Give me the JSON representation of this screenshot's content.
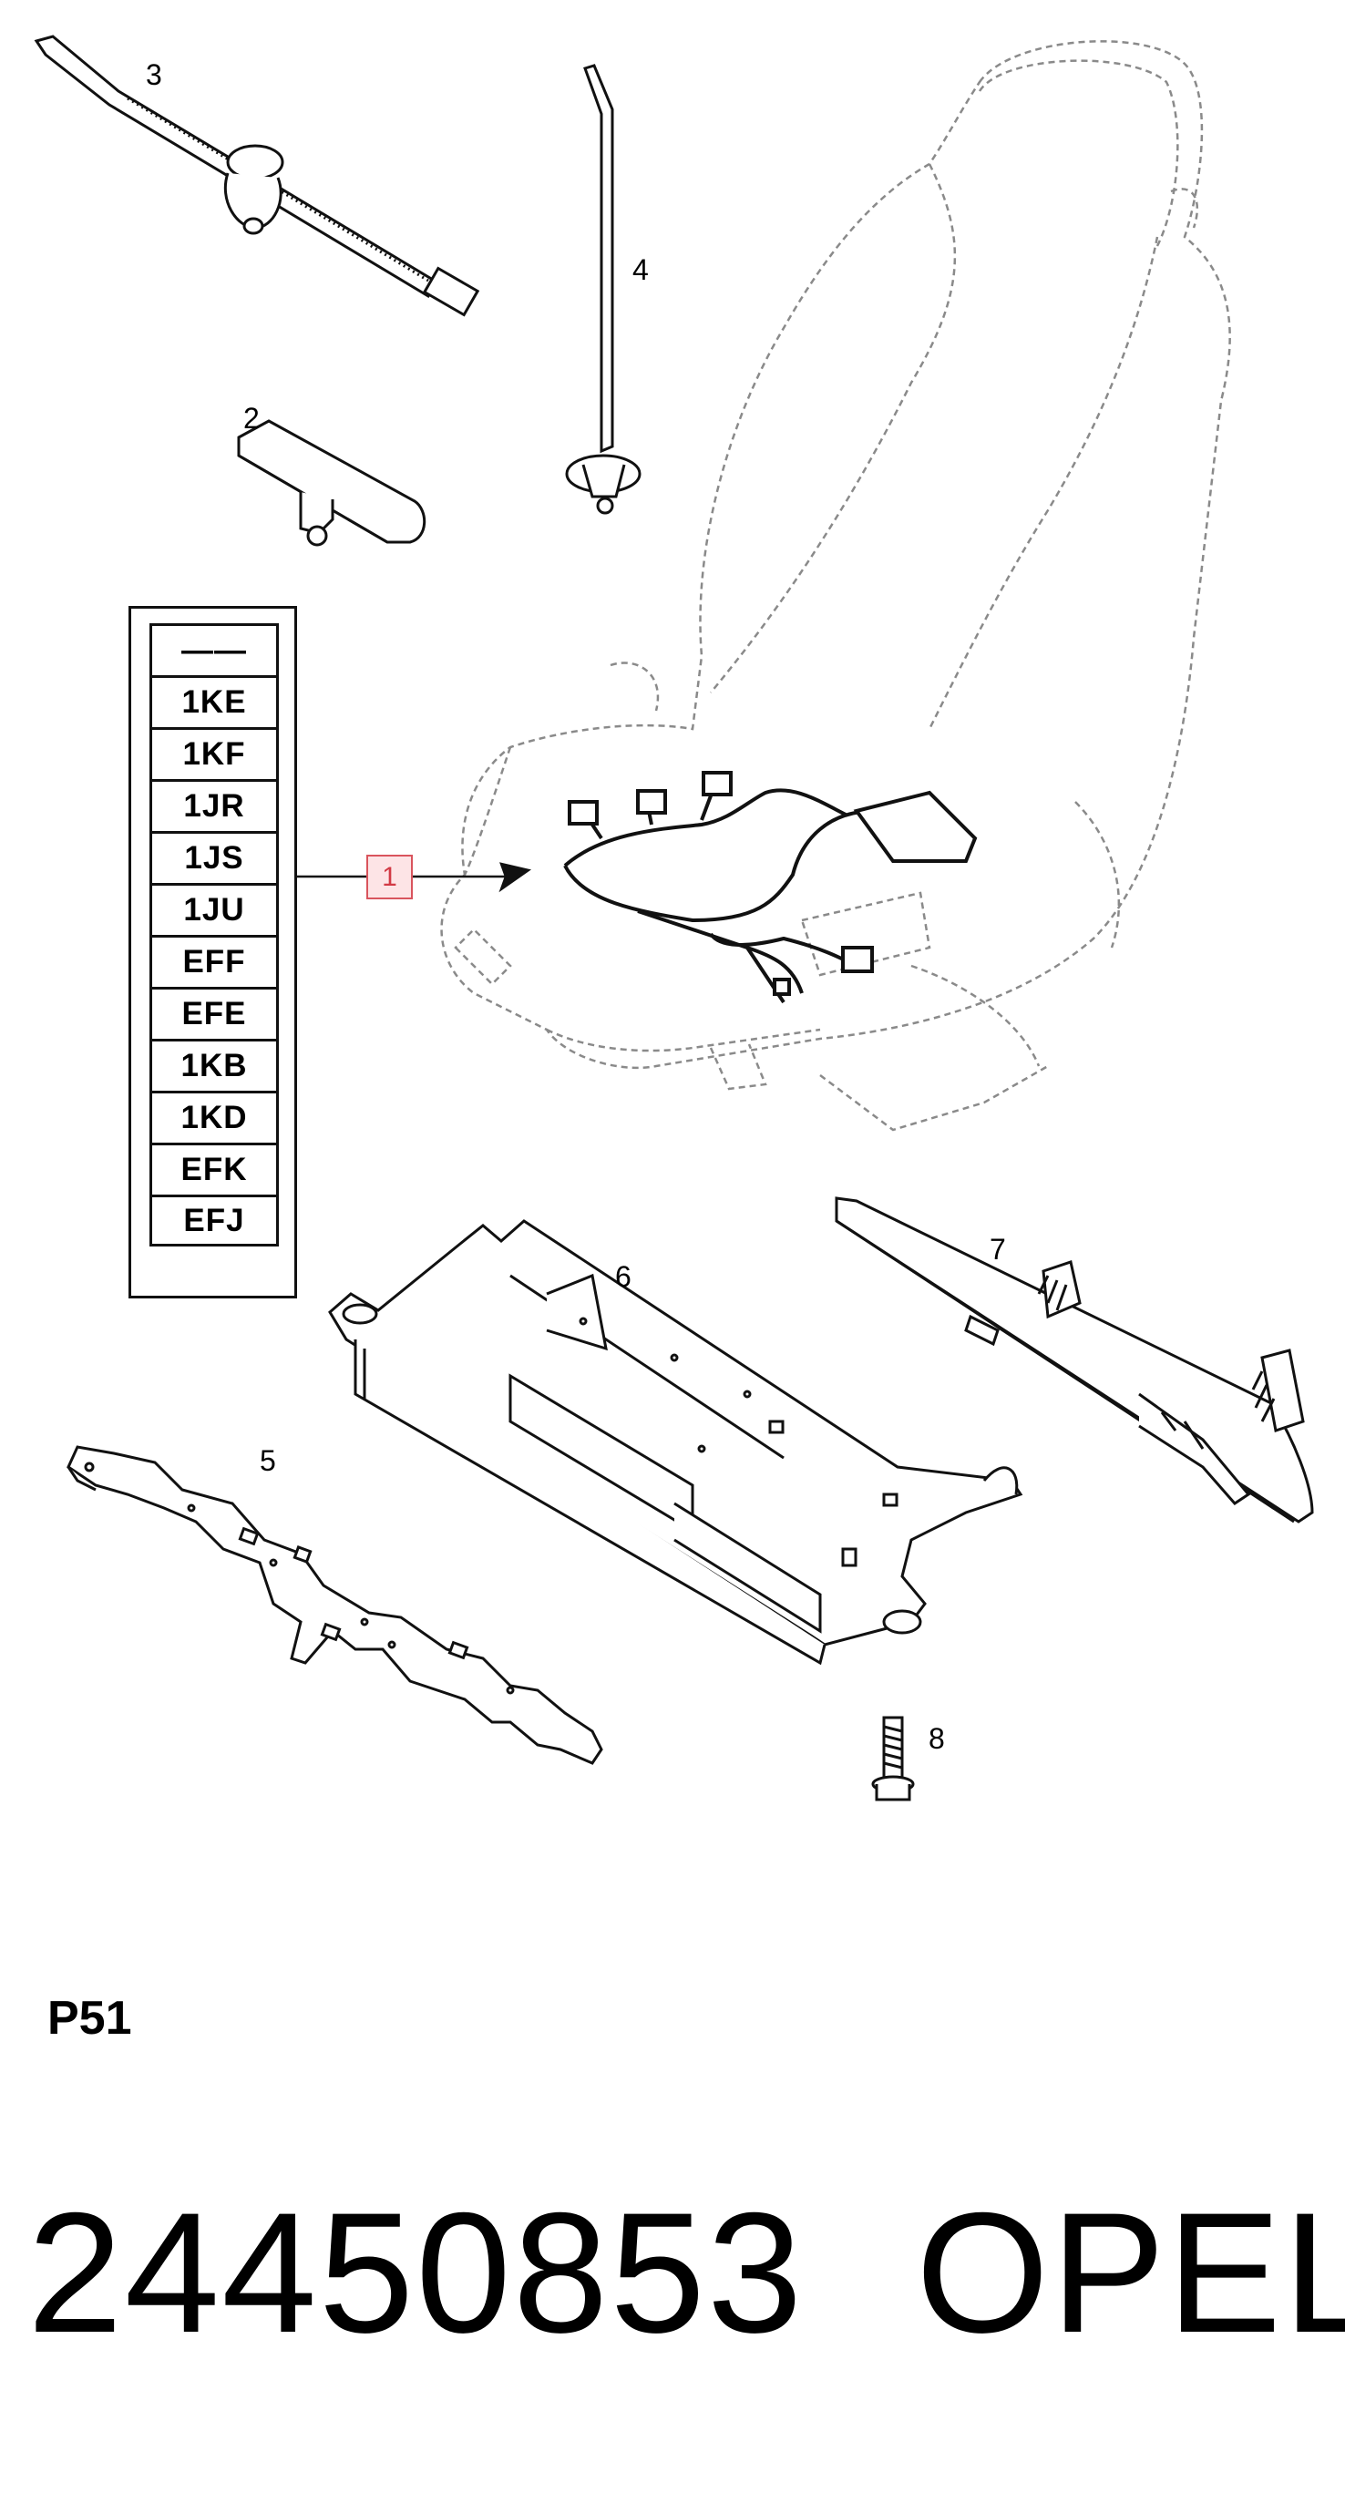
{
  "diagram": {
    "callouts": {
      "part1": "1",
      "part2": "2",
      "part3": "3",
      "part4": "4",
      "part5": "5",
      "part6": "6",
      "part7": "7",
      "part8": "8"
    },
    "option_codes": [
      "——",
      "1KE",
      "1KF",
      "1JR",
      "1JS",
      "1JU",
      "EFF",
      "EFE",
      "1KB",
      "1KD",
      "EFK",
      "EFJ"
    ],
    "page_code": "P51",
    "part_number": "24450853",
    "brand": "OPEL",
    "colors": {
      "line": "#111111",
      "dashed_seat": "#8a8a8a",
      "highlight_border": "#d9545d",
      "highlight_fill": "#fde4e6"
    }
  }
}
